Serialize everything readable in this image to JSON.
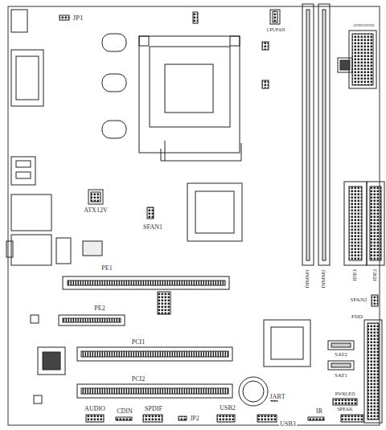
{
  "diagram": {
    "labels": [
      "JP1",
      "CPUFAN",
      "ATXPOWER",
      "ATX12V",
      "SFAN1",
      "PE1",
      "DIMM1",
      "DIMM2",
      "IDE1",
      "IDE2",
      "SFAN2",
      "FDD",
      "PE2",
      "PCI1",
      "SAT2",
      "SAT1",
      "PCI2",
      "JABT",
      "PWRLED",
      "SPEAK",
      "AUDIO",
      "CDIN",
      "SPDIF",
      "JP2",
      "USB2",
      "IR",
      "USB3"
    ]
  }
}
